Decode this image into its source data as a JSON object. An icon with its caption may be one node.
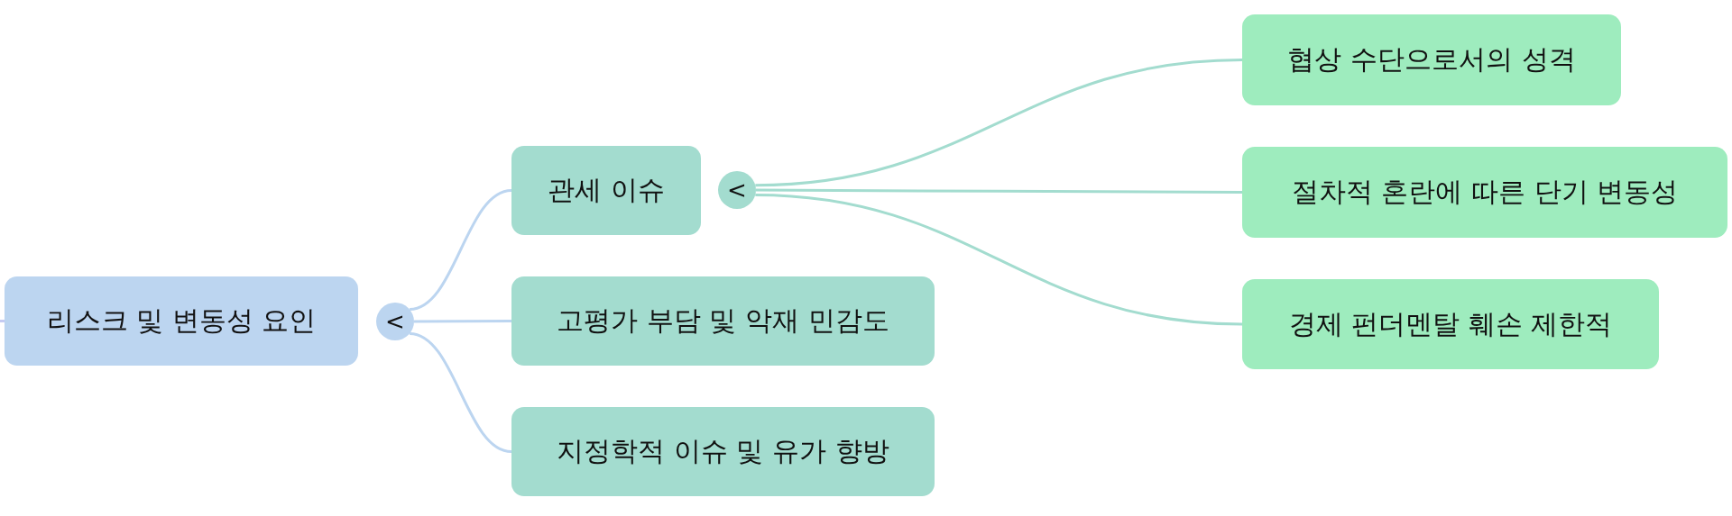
{
  "diagram": {
    "nodes": [
      {
        "text": [
          "리스크 및 변동성 요인"
        ]
      },
      {
        "text": [
          "<"
        ]
      },
      {
        "text": [
          "관세 이슈"
        ]
      },
      {
        "text": [
          "<"
        ]
      },
      {
        "text": [
          "고평가 부담 및 악재 민감도"
        ]
      },
      {
        "text": [
          "지정학적 이슈 및 유가 향방"
        ]
      },
      {
        "text": [
          "협상 수단으로서의 성격"
        ]
      },
      {
        "text": [
          "절차적 혼란에 따른 단기 변동성"
        ]
      },
      {
        "text": [
          "경제 펀더멘탈 훼손 제한적"
        ]
      }
    ],
    "edges": [
      {
        "from": null,
        "to": 0,
        "arrow": "none",
        "color": "#c5cbf2"
      },
      {
        "from": 1,
        "to": 2,
        "arrow": "none",
        "color": "#bcd5f0"
      },
      {
        "from": 1,
        "to": 4,
        "arrow": "none",
        "color": "#bcd5f0"
      },
      {
        "from": 1,
        "to": 5,
        "arrow": "none",
        "color": "#bcd5f0"
      },
      {
        "from": 3,
        "to": 6,
        "arrow": "none",
        "color": "#a3dccf"
      },
      {
        "from": 3,
        "to": 7,
        "arrow": "none",
        "color": "#a3dccf"
      },
      {
        "from": 3,
        "to": 8,
        "arrow": "none",
        "color": "#a3dccf"
      }
    ]
  }
}
